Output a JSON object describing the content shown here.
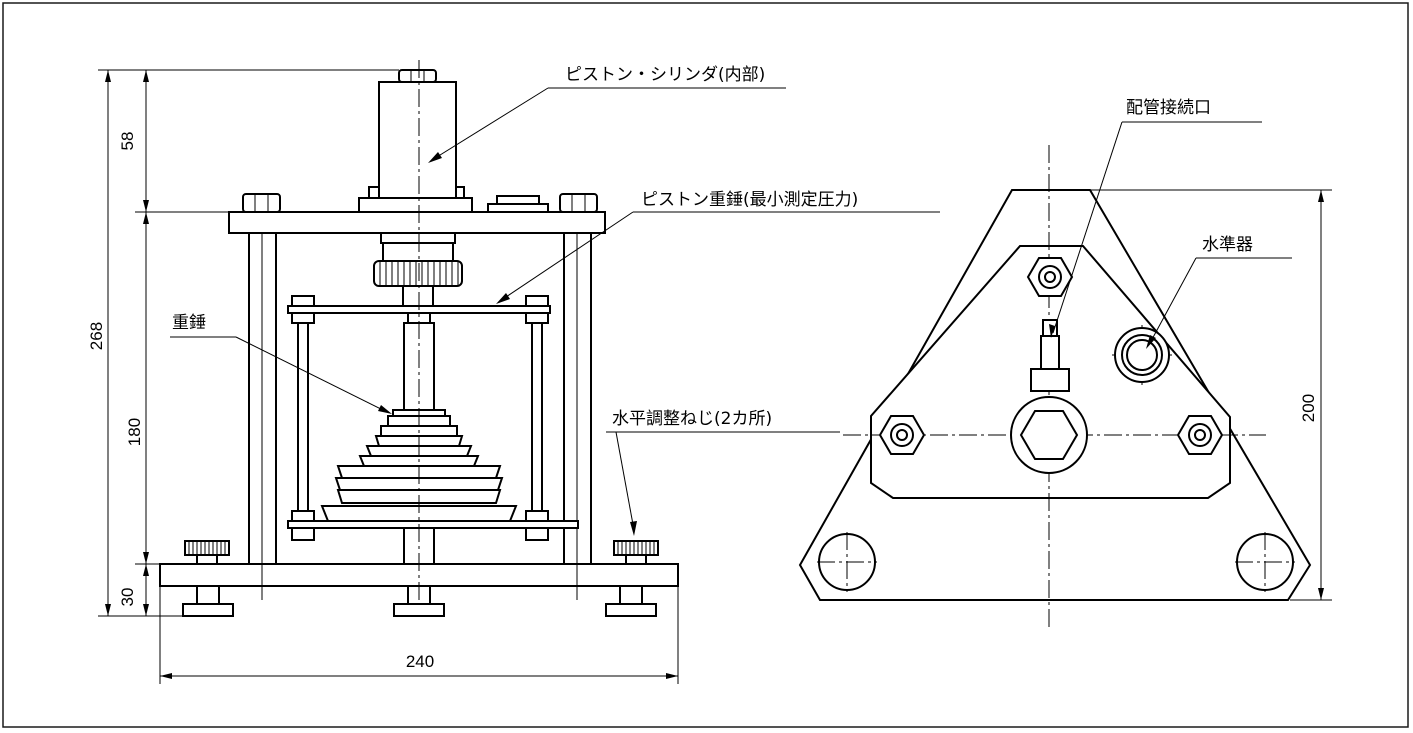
{
  "labels": {
    "piston_cylinder": "ピストン・シリンダ(内部)",
    "piston_weight": "ピストン重錘(最小測定圧力)",
    "weights": "重錘",
    "leveling_screw": "水平調整ねじ(2カ所)",
    "pipe_port": "配管接続口",
    "level": "水準器"
  },
  "dimensions": {
    "top": "58",
    "total_height": "268",
    "middle": "180",
    "base": "30",
    "width": "240",
    "side_height": "200"
  },
  "colors": {
    "line": "#000000",
    "background": "#ffffff",
    "frame": "#1a1a1a"
  }
}
